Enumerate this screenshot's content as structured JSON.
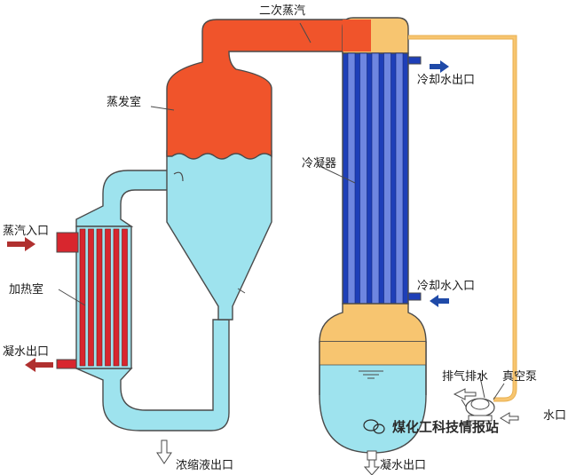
{
  "labels": {
    "secondary_steam": "二次蒸汽",
    "evaporation_chamber": "蒸发室",
    "steam_inlet": "蒸汽入口",
    "heating_chamber": "加热室",
    "condensate_outlet_left": "凝水出口",
    "concentrate_outlet": "浓缩液出口",
    "condenser": "冷凝器",
    "cooling_water_outlet": "冷却水出口",
    "cooling_water_inlet": "冷却水入口",
    "exhaust_drain": "排气排水",
    "vacuum_pump": "真空泵",
    "condensate_outlet_bottom": "凝水出口",
    "pump_water_label": "水口"
  },
  "watermark": "煤化工科技情报站",
  "colors": {
    "steam_red": "#F0542B",
    "liquid_blue": "#9EE3EE",
    "outline": "#4a4a4a",
    "heater_red": "#D8262E",
    "condenser_blue": "#1E3FB8",
    "condenser_tan": "#F7C570",
    "arrow_red": "#B0302F",
    "arrow_blue": "#1F4AA8"
  }
}
